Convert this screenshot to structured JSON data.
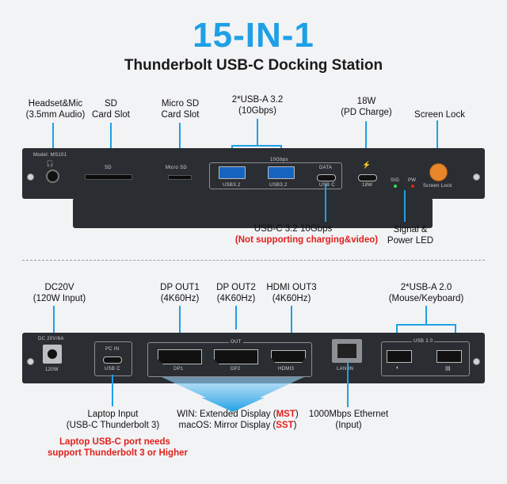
{
  "header": {
    "title": "15-IN-1",
    "subtitle": "Thunderbolt USB-C Docking Station"
  },
  "top_labels": {
    "headset": [
      "Headset&Mic",
      "(3.5mm Audio)"
    ],
    "sd": [
      "SD",
      "Card Slot"
    ],
    "microsd": [
      "Micro SD",
      "Card Slot"
    ],
    "usba32": [
      "2*USB-A 3.2",
      "(10Gbps)"
    ],
    "pd": [
      "18W",
      "(PD Charge)"
    ],
    "lock": [
      "Screen Lock"
    ],
    "usbc32": "USB-C 3.2 10Gbps",
    "usbc32_note": "(Not supporting charging&video)",
    "led": [
      "Signal &",
      "Power LED"
    ]
  },
  "top_panel": {
    "model": "Model: MS101",
    "sd": "SD",
    "microsd": "Micro SD",
    "gbps": "10Gbps",
    "usb1": "USB3.2",
    "usb2": "USB3.2",
    "data": "DATA",
    "usbc": "USB C",
    "w18": "18W",
    "sig": "SIG",
    "pw": "PW",
    "screenlock": "Screen Lock"
  },
  "bottom_labels": {
    "dc": [
      "DC20V",
      "(120W Input)"
    ],
    "dp1": [
      "DP OUT1",
      "(4K60Hz)"
    ],
    "dp2": [
      "DP OUT2",
      "(4K60Hz)"
    ],
    "hdmi": [
      "HDMI OUT3",
      "(4K60Hz)"
    ],
    "usba20": [
      "2*USB-A 2.0",
      "(Mouse/Keyboard)"
    ],
    "laptop": [
      "Laptop Input",
      "(USB-C Thunderbolt 3)"
    ],
    "laptop_note": [
      "Laptop USB-C port needs",
      "support Thunderbolt 3 or Higher"
    ],
    "win_prefix": "WIN: Extended Display (",
    "win_mode": "MST",
    "win_suffix": ")",
    "mac_prefix": "macOS: Mirror Display (",
    "mac_mode": "SST",
    "mac_suffix": ")",
    "ethernet": [
      "1000Mbps Ethernet",
      "(Input)"
    ]
  },
  "bottom_panel": {
    "dc": "DC 20V/6A",
    "w120": "120W",
    "pcin": "PC IN",
    "usbc": "USB C",
    "out": "OUT",
    "dp1": "DP1",
    "dp2": "DP2",
    "hdmi3": "HDMI3",
    "lanin": "LAN IN",
    "usb20": "USB 2.0"
  },
  "colors": {
    "accent": "#1ea0e6",
    "warning": "#e0201c",
    "panel": "#2a2d31",
    "button": "#e8862a"
  }
}
